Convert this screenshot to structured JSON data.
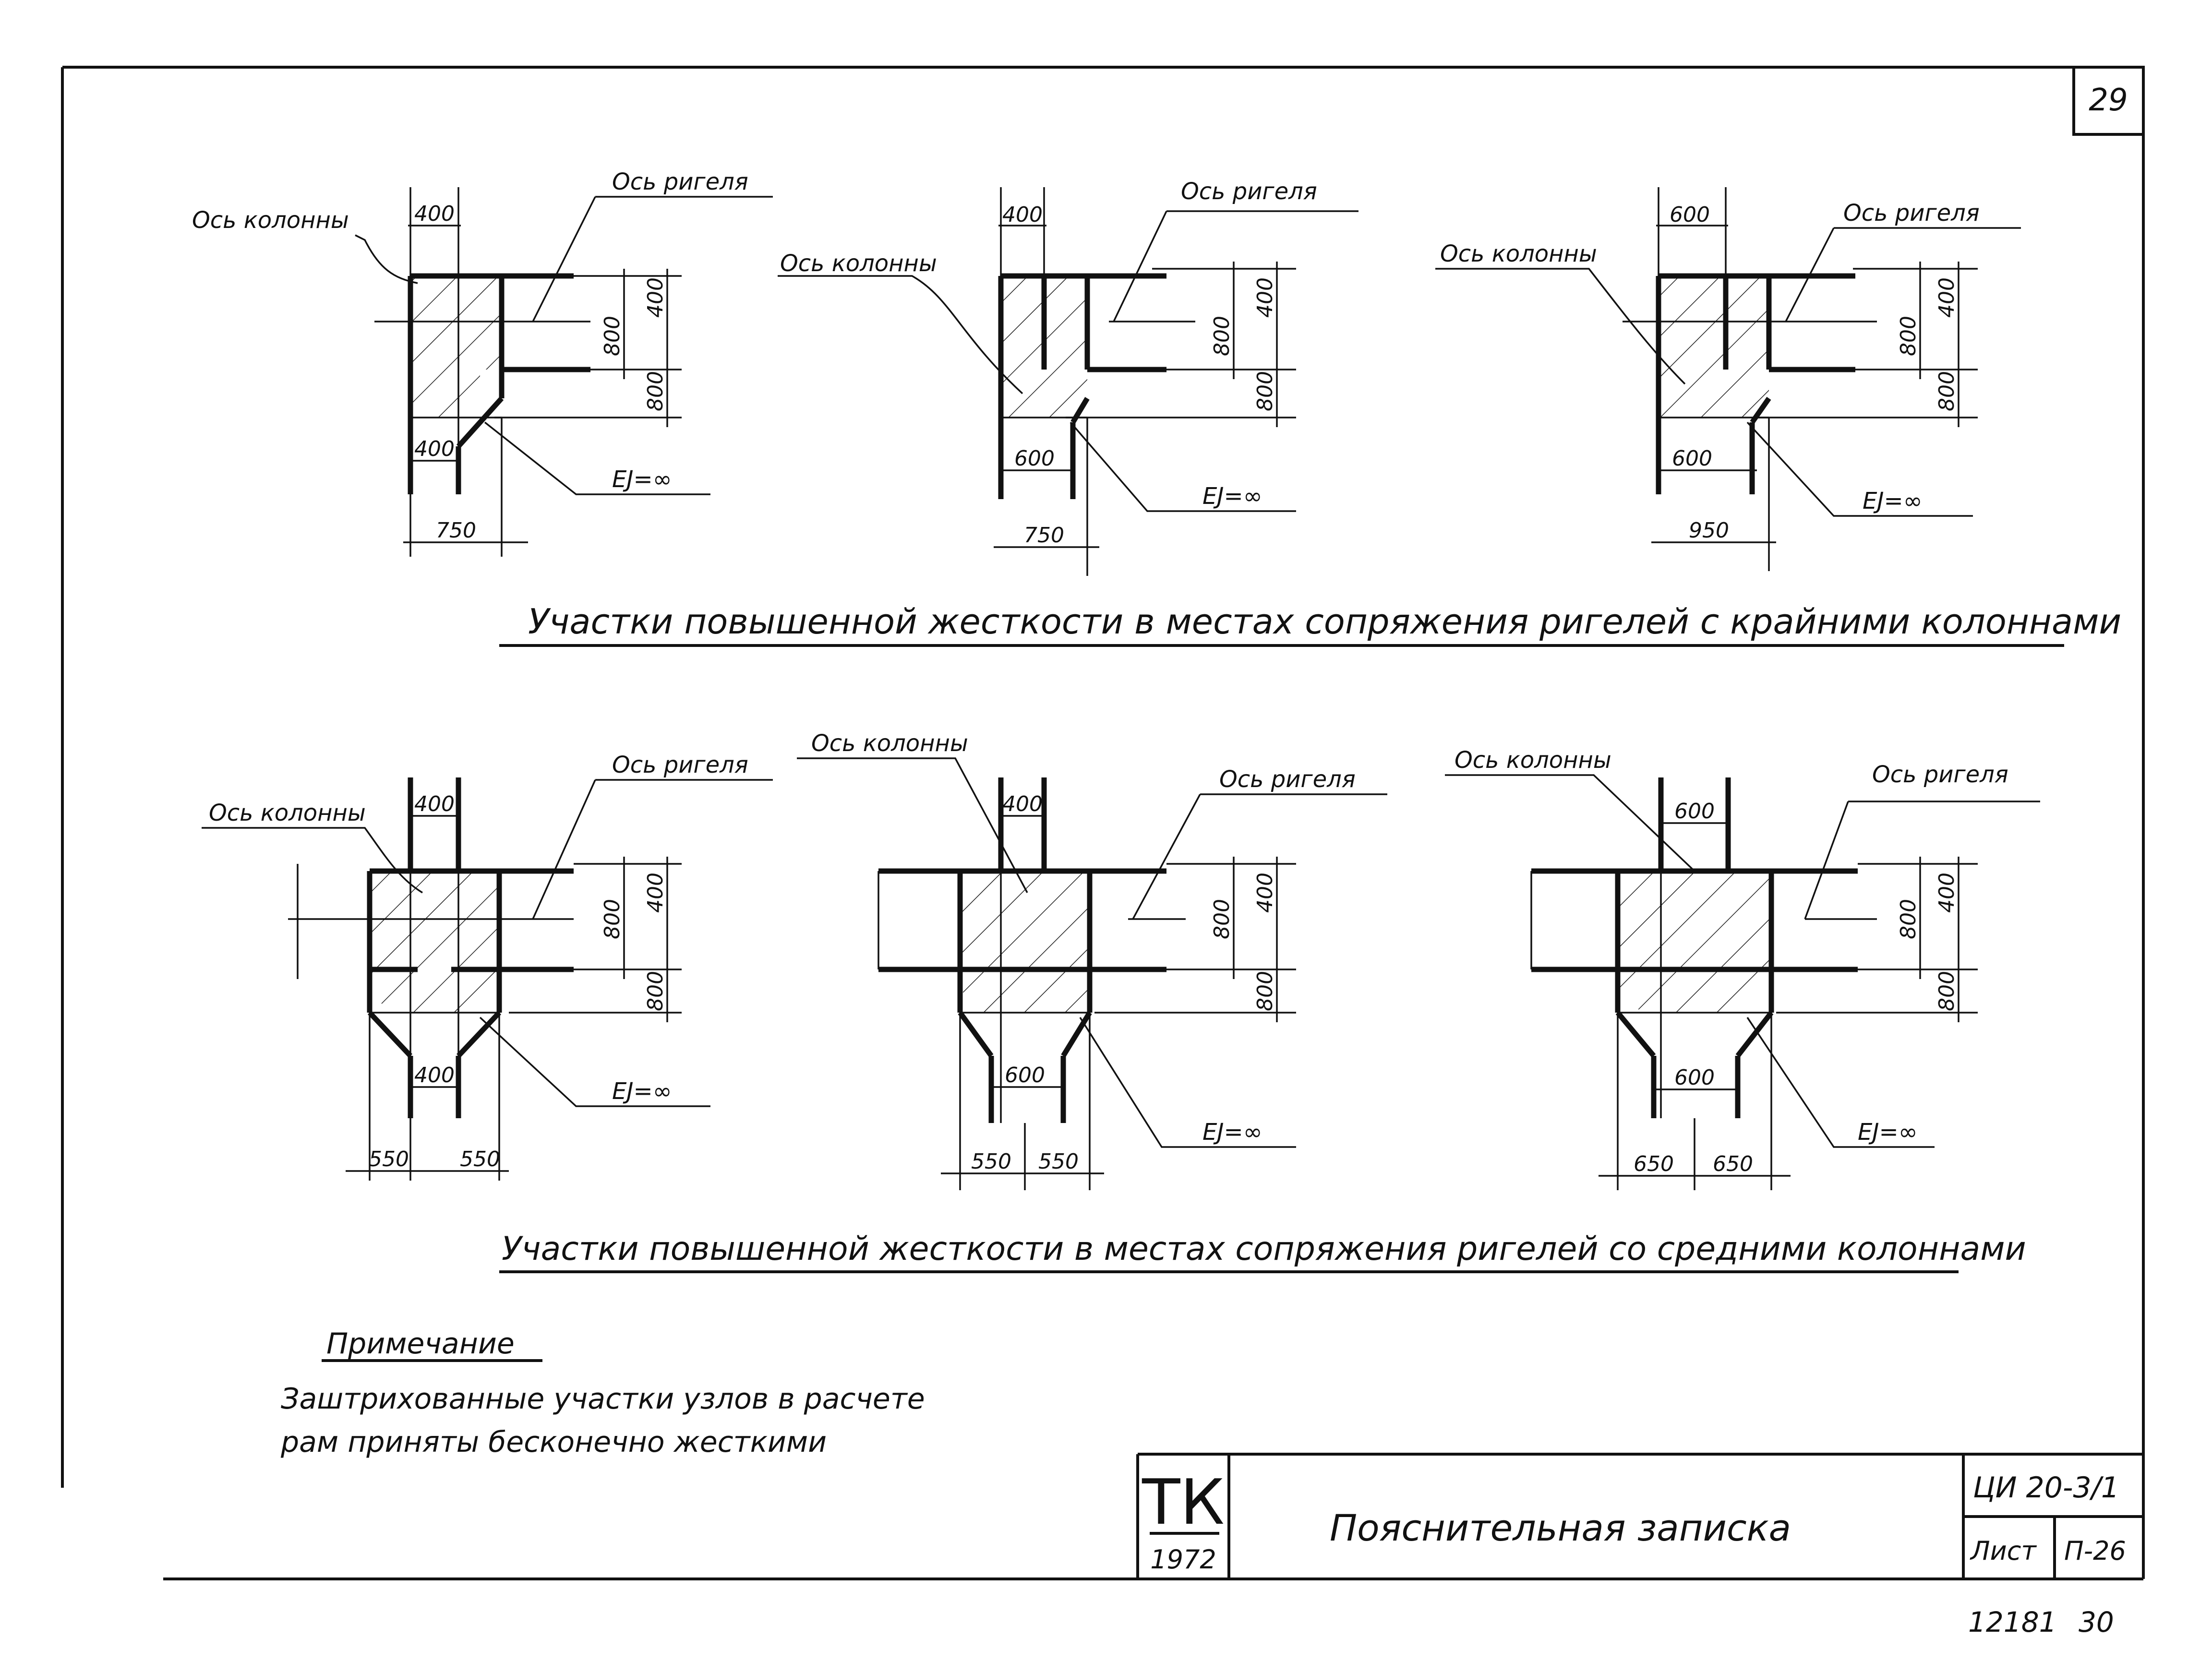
{
  "sheet": {
    "page_number": "29",
    "doc_code": "ЦИ 20-3/1",
    "sheet_label": "Лист",
    "sheet_value": "П-26",
    "stamp": "ТК",
    "stamp_year": "1972",
    "title": "Пояснительная записка",
    "bottom_number": "12181",
    "bottom_page": "30"
  },
  "labels": {
    "column_axis": "Ось колонны",
    "beam_axis": "Ось ригеля",
    "rigid": "EJ=∞"
  },
  "sections": [
    {
      "caption": "Участки повышенной жесткости в местах сопряжения ригелей с крайними колоннами",
      "nodes": [
        {
          "col_top": "400",
          "col_bottom": "400",
          "width": "750",
          "beam_h": "800",
          "half_h": "400",
          "lower_h": "800"
        },
        {
          "col_top": "400",
          "col_bottom": "600",
          "width": "750",
          "beam_h": "800",
          "half_h": "400",
          "lower_h": "800"
        },
        {
          "col_top": "600",
          "col_bottom": "600",
          "width": "950",
          "beam_h": "800",
          "half_h": "400",
          "lower_h": "800"
        }
      ]
    },
    {
      "caption": "Участки повышенной жесткости в местах сопряжения ригелей со средними колоннами",
      "nodes": [
        {
          "col_top": "400",
          "col_bottom": "400",
          "width_l": "550",
          "width_r": "550",
          "beam_h": "800",
          "half_h": "400",
          "lower_h": "800"
        },
        {
          "col_top": "400",
          "col_bottom": "600",
          "width_l": "550",
          "width_r": "550",
          "beam_h": "800",
          "half_h": "400",
          "lower_h": "800"
        },
        {
          "col_top": "600",
          "col_bottom": "600",
          "width_l": "650",
          "width_r": "650",
          "beam_h": "800",
          "half_h": "400",
          "lower_h": "800"
        }
      ]
    }
  ],
  "note": {
    "title": "Примечание",
    "line1": "Заштрихованные участки узлов в расчете",
    "line2": "рам приняты бесконечно жесткими"
  }
}
